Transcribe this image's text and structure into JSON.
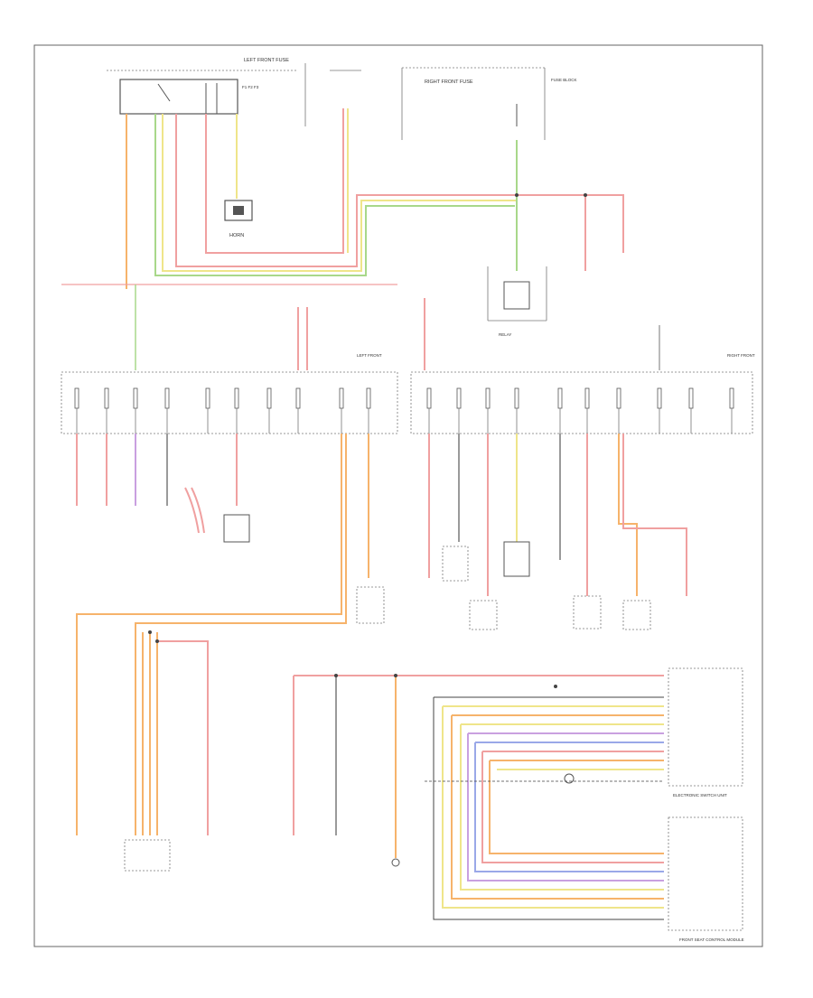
{
  "diagram": {
    "title": "",
    "page_mark": "",
    "colors": {
      "frame": "#555555",
      "red": "#f0a0a0",
      "orange": "#f6b36b",
      "yellow": "#efe58a",
      "green": "#a8d88a",
      "purple": "#c9a0e0",
      "blue": "#9aa8e8",
      "gray": "#9a9a9a",
      "dark": "#444444"
    },
    "components": [
      {
        "id": "horn",
        "label": "HORN"
      },
      {
        "id": "lf-fuse",
        "label": "LEFT FRONT FUSE"
      },
      {
        "id": "rf-fuse",
        "label": "RIGHT FRONT FUSE"
      },
      {
        "id": "escm",
        "label": "ELECTRONIC SWITCH UNIT"
      },
      {
        "id": "fscm",
        "label": "FRONT SEAT CONTROL MODULE"
      }
    ],
    "bottom_labels": [
      "",
      "",
      "",
      "",
      "",
      ""
    ]
  }
}
